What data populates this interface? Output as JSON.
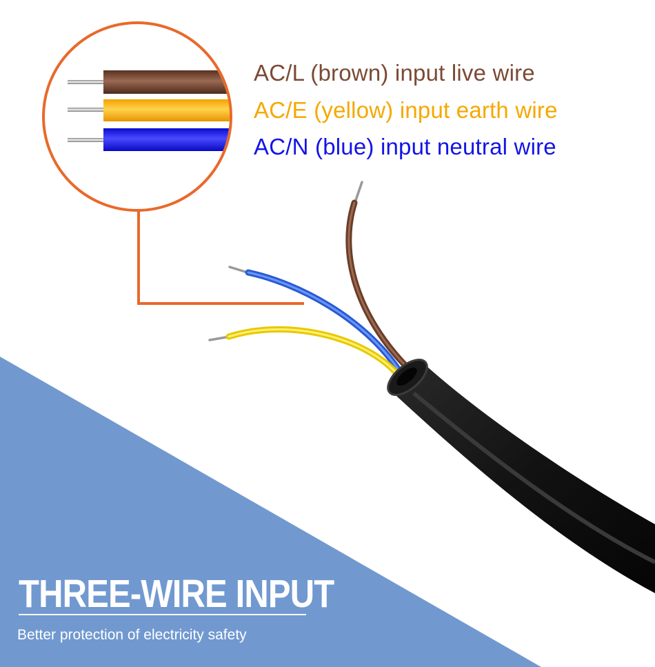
{
  "colors": {
    "background": "#ffffff",
    "panel_blue": "#7199d0",
    "callout_orange": "#e9692a",
    "brown": "#7b4a35",
    "yellow": "#f5a800",
    "blue": "#1414e6",
    "cable_black": "#111111",
    "text_white": "#ffffff"
  },
  "wire_labels": [
    {
      "text": "AC/L (brown) input live wire",
      "color": "#7b4a35"
    },
    {
      "text": "AC/E (yellow) input earth wire",
      "color": "#f5a800"
    },
    {
      "text": "AC/N (blue) input neutral wire",
      "color": "#1414e6"
    }
  ],
  "headline": "THREE-WIRE INPUT",
  "subline": "Better protection of electricity safety",
  "icons": [
    "magnifier-callout-icon",
    "three-wire-cable-icon"
  ]
}
